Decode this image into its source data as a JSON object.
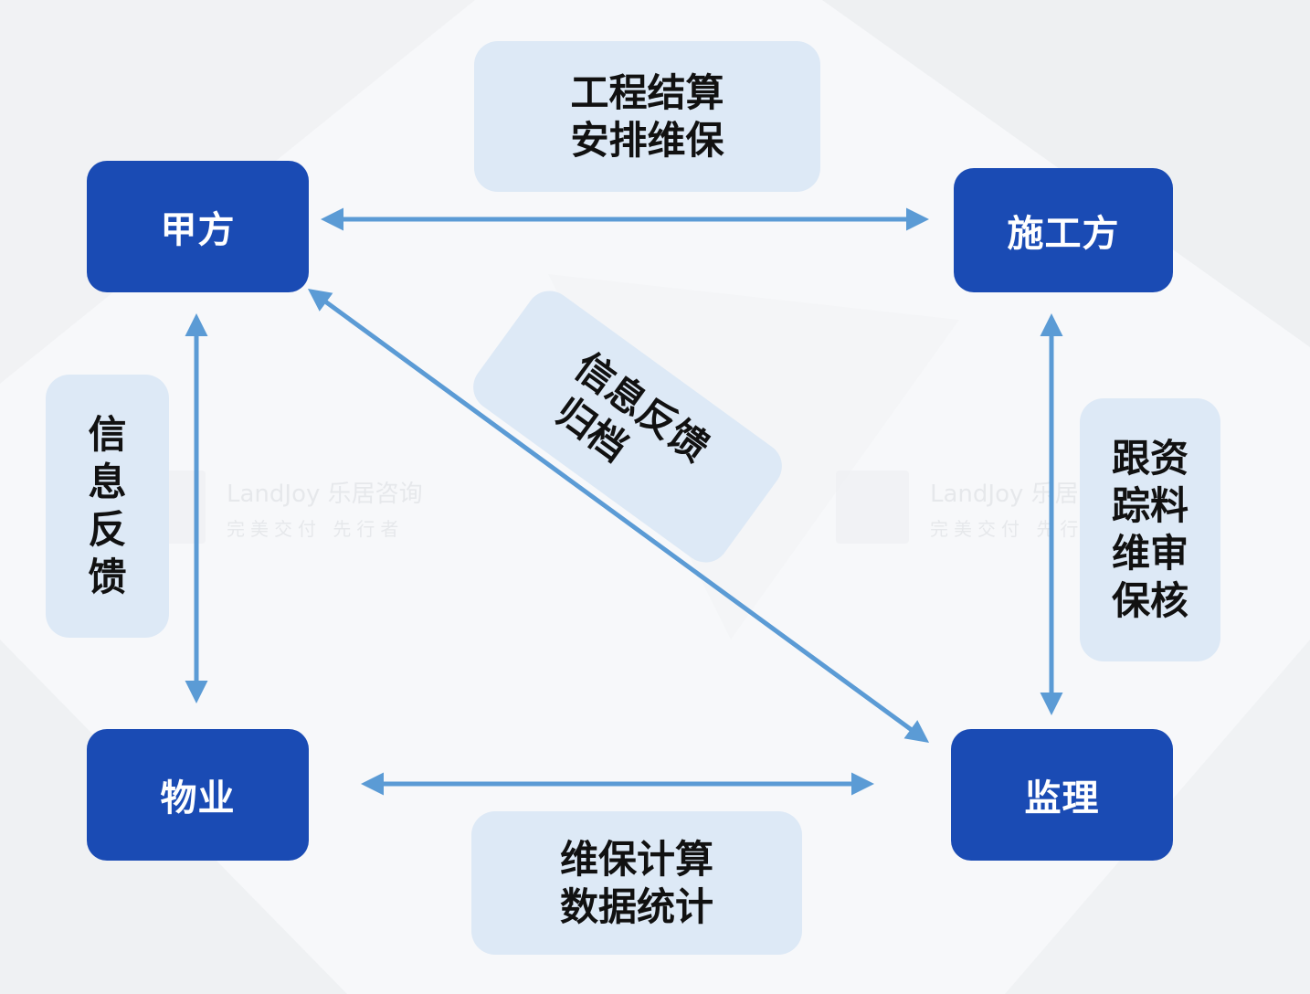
{
  "nodes": {
    "client": "甲方",
    "contractor": "施工方",
    "property": "物业",
    "supervisor": "监理"
  },
  "labels": {
    "top": [
      "工程结算",
      "安排维保"
    ],
    "diagonal": [
      "信息反馈",
      "归档"
    ],
    "left": [
      "信",
      "息",
      "反",
      "馈"
    ],
    "right": [
      "跟资",
      "踪料",
      "维审",
      "保核"
    ],
    "bottom": [
      "维保计算",
      "数据统计"
    ]
  },
  "watermark": {
    "brand": "LandJoy 乐居咨询",
    "slogan": "完美交付 先行者"
  },
  "colors": {
    "node": "#1a4bb4",
    "label_bg": "#dde9f6",
    "arrow": "#5b9bd5"
  }
}
